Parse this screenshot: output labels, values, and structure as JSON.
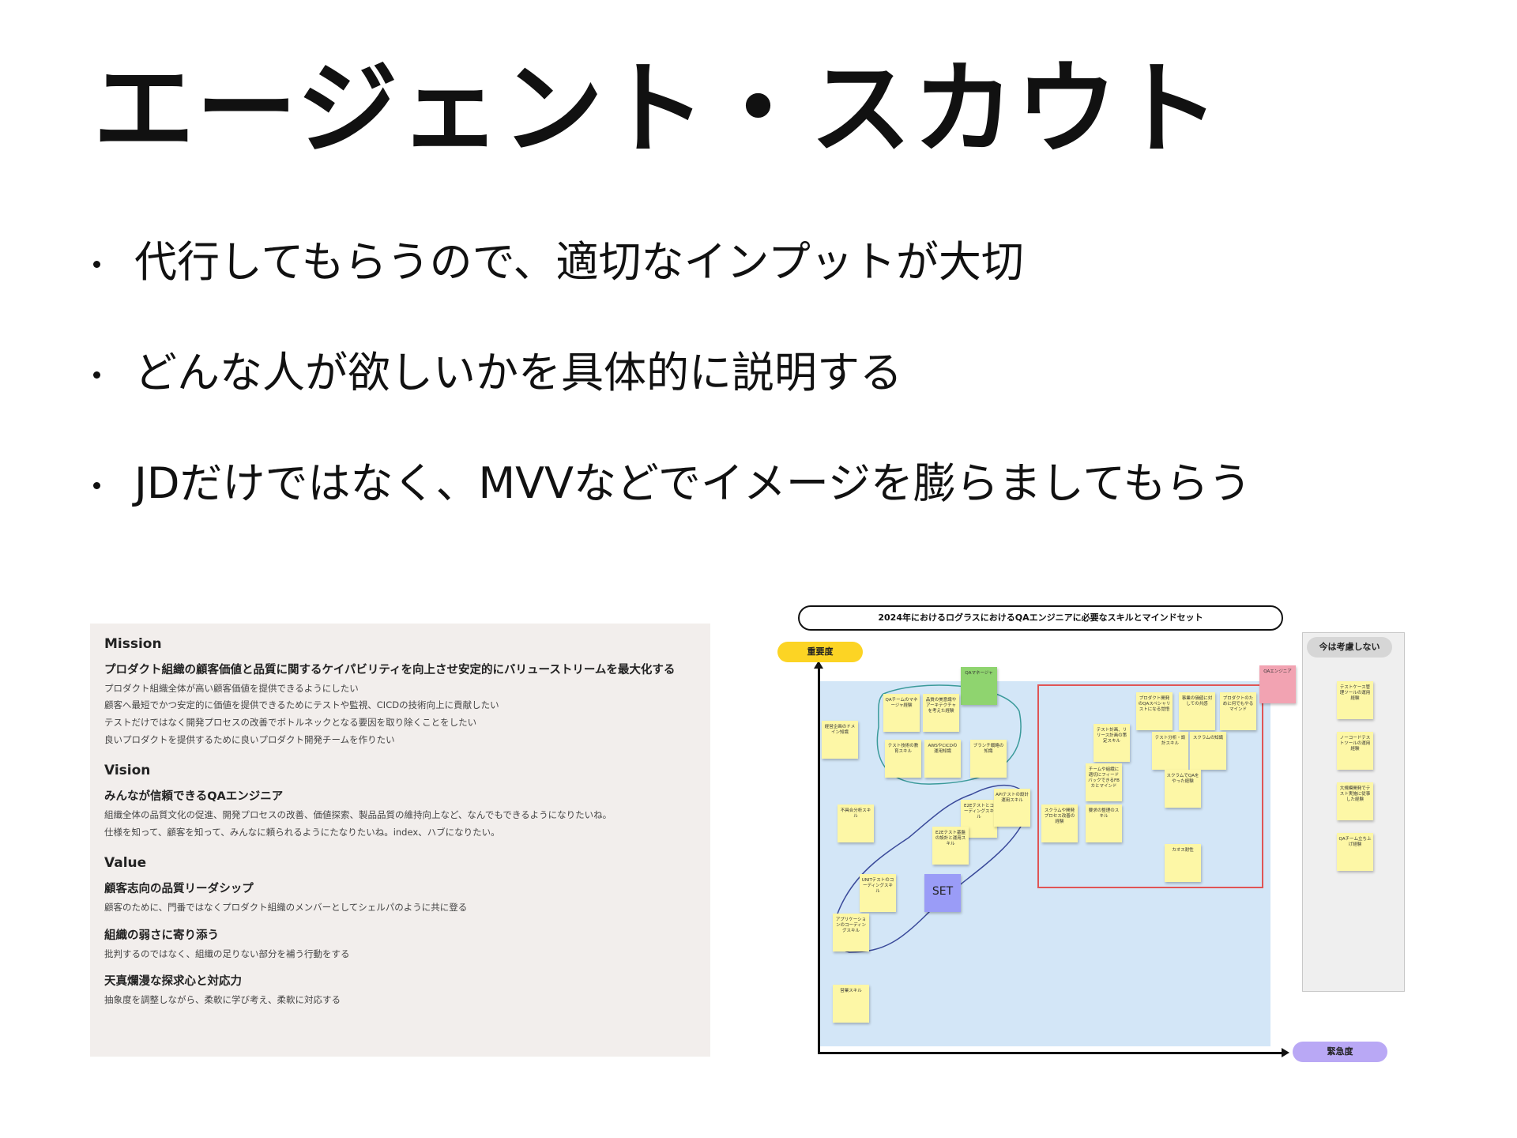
{
  "title": "エージェント・スカウト",
  "bullets": [
    "代行してもらうので、適切なインプットが大切",
    "どんな人が欲しいかを具体的に説明する",
    "JDだけではなく、MVVなどでイメージを膨らましてもらう"
  ],
  "mvv": {
    "mission": {
      "label": "Mission",
      "heading": "プロダクト組織の顧客価値と品質に関するケイパビリティを向上させ安定的にバリューストリームを最大化する",
      "lines": [
        "プロダクト組織全体が高い顧客価値を提供できるようにしたい",
        "顧客へ最短でかつ安定的に価値を提供できるためにテストや監視、CICDの技術向上に貢献したい",
        "テストだけではなく開発プロセスの改善でボトルネックとなる要因を取り除くことをしたい",
        "良いプロダクトを提供するために良いプロダクト開発チームを作りたい"
      ]
    },
    "vision": {
      "label": "Vision",
      "heading": "みんなが信頼できるQAエンジニア",
      "lines": [
        "組織全体の品質文化の促進、開発プロセスの改善、価値探索、製品品質の維持向上など、なんでもできるようになりたいね。",
        "仕様を知って、顧客を知って、みんなに頼られるようにたなりたいね。index、ハブになりたい。"
      ]
    },
    "value": {
      "label": "Value",
      "items": [
        {
          "heading": "顧客志向の品質リーダシップ",
          "line": "顧客のために、門番ではなくプロダクト組織のメンバーとしてシェルパのように共に登る"
        },
        {
          "heading": "組織の弱さに寄り添う",
          "line": "批判するのではなく、組織の足りない部分を補う行動をする"
        },
        {
          "heading": "天真爛漫な探求心と対応力",
          "line": "抽象度を調整しながら、柔軟に学び考え、柔軟に対応する"
        }
      ]
    }
  },
  "board": {
    "title": "2024年におけるログラスにおけるQAエンジニアに必要なスキルとマインドセット",
    "y_axis_label": "重要度",
    "x_axis_label": "緊急度",
    "side_label": "今は考慮しない",
    "colors": {
      "yellow_pill": "#fcd424",
      "purple_pill": "#b9a8f5",
      "plane": "#d3e6f7",
      "note": "#fdf7a6",
      "red_box": "#e05555",
      "loop": "#3a9a9a",
      "loop2": "#3a4a9a"
    },
    "notes": [
      {
        "text": "QAマネージャ",
        "kind": "green"
      },
      {
        "text": "QAエンジニア",
        "kind": "pink"
      },
      {
        "text": "QAチームのマネージャ経験",
        "kind": "yellow"
      },
      {
        "text": "品質の美意識やアーキテクチャを考えた経験",
        "kind": "yellow"
      },
      {
        "text": "経営企画のドメイン知識",
        "kind": "yellow"
      },
      {
        "text": "テスト技術の教育スキル",
        "kind": "yellow"
      },
      {
        "text": "AWSやCICDの運用知識",
        "kind": "yellow"
      },
      {
        "text": "ブランチ戦略の知識",
        "kind": "yellow"
      },
      {
        "text": "不具合分析スキル",
        "kind": "yellow"
      },
      {
        "text": "E2Eテストとコーディングスキル",
        "kind": "yellow"
      },
      {
        "text": "APIテストの設計運用スキル",
        "kind": "yellow"
      },
      {
        "text": "E2Eテスト基盤の設計と運用スキル",
        "kind": "yellow"
      },
      {
        "text": "UNITテストのコーディングスキル",
        "kind": "yellow"
      },
      {
        "text": "SET",
        "kind": "set"
      },
      {
        "text": "アプリケーションのコーディングスキル",
        "kind": "yellow"
      },
      {
        "text": "営業スキル",
        "kind": "yellow"
      },
      {
        "text": "プロダクト開発のQAスペシャリストになる覚悟",
        "kind": "yellow"
      },
      {
        "text": "事業の価値に対しての共感",
        "kind": "yellow"
      },
      {
        "text": "プロダクトのために何でもやるマインド",
        "kind": "yellow"
      },
      {
        "text": "テスト計画、リリース計画の策定スキル",
        "kind": "yellow"
      },
      {
        "text": "テスト分析・設計スキル",
        "kind": "yellow"
      },
      {
        "text": "スクラムの知識",
        "kind": "yellow"
      },
      {
        "text": "チームや組織に適切にフィードバックできるFBカとマインド",
        "kind": "yellow"
      },
      {
        "text": "スクラムでQAをやった経験",
        "kind": "yellow"
      },
      {
        "text": "スクラムや開発プロセス改善の経験",
        "kind": "yellow"
      },
      {
        "text": "要求の整理のスキル",
        "kind": "yellow"
      },
      {
        "text": "カオス耐性",
        "kind": "yellow"
      },
      {
        "text": "テストケース管理ツールの運用経験",
        "kind": "yellow"
      },
      {
        "text": "ノーコードテストツールの運用経験",
        "kind": "yellow"
      },
      {
        "text": "大規模開発でテスト実施に従事した経験",
        "kind": "yellow"
      },
      {
        "text": "QAチーム立ち上げ経験",
        "kind": "yellow"
      }
    ]
  }
}
